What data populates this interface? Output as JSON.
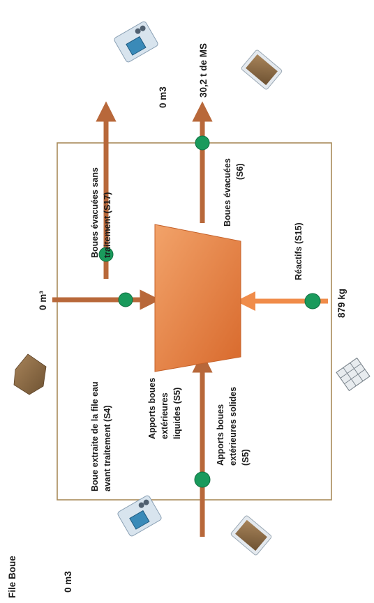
{
  "section_title": "File Boue",
  "flows": {
    "s17": {
      "label_line1": "Boues évacuées sans",
      "label_line2": "traitement (S17)",
      "value": "0 m3"
    },
    "s6": {
      "label_line1": "Boues évacuées",
      "label_line2": "(S6)",
      "value": "30,2 t de MS"
    },
    "s4": {
      "label_line1": "Boue extraite de la file eau",
      "label_line2": "avant traitement (S4)",
      "value": "0 m³"
    },
    "s5_liquid": {
      "label_line1": "Apports boues",
      "label_line2": "extérieures",
      "label_line3": "liquides (S5)"
    },
    "s5_solid": {
      "label_line1": "Apports boues",
      "label_line2": "extérieures solides",
      "label_line3": "(S5)"
    },
    "s5_value": "0 m3",
    "s15": {
      "label": "Réactifs (S15)",
      "value": "879 kg"
    }
  },
  "icons": [
    "tanker-truck-icon",
    "sludge-container-icon",
    "sludge-pile-icon",
    "chemical-container-icon"
  ],
  "colors": {
    "flow_arrow": "#b8683a",
    "reagent_arrow": "#f08c4a",
    "measure_point": "#1a9a5c",
    "process_fill": "#e07a3a",
    "boundary": "#a88a5a"
  }
}
